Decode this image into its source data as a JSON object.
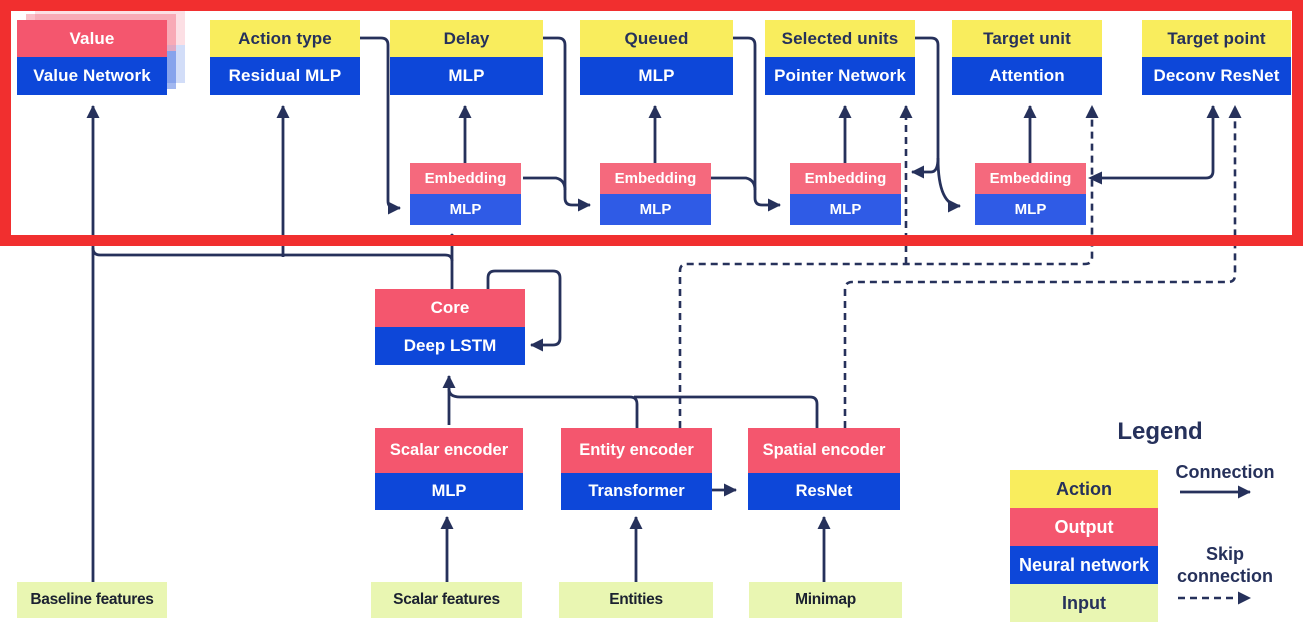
{
  "colors": {
    "action_yellow": "#F9ED5D",
    "output_pink": "#F4566E",
    "embedding_pink": "#F5697D",
    "network_blue": "#0D47D9",
    "embedding_blue": "#2F5BE6",
    "input_green": "#E9F6B2",
    "line_navy": "#26315B",
    "highlight_red": "#F12F2F"
  },
  "heads": [
    {
      "action": "Value",
      "network": "Value Network",
      "type": "output"
    },
    {
      "action": "Action type",
      "network": "Residual MLP",
      "type": "action"
    },
    {
      "action": "Delay",
      "network": "MLP",
      "type": "action"
    },
    {
      "action": "Queued",
      "network": "MLP",
      "type": "action"
    },
    {
      "action": "Selected units",
      "network": "Pointer Network",
      "type": "action"
    },
    {
      "action": "Target unit",
      "network": "Attention",
      "type": "action"
    },
    {
      "action": "Target point",
      "network": "Deconv ResNet",
      "type": "action"
    }
  ],
  "embeddings": [
    {
      "label": "Embedding",
      "network": "MLP"
    },
    {
      "label": "Embedding",
      "network": "MLP"
    },
    {
      "label": "Embedding",
      "network": "MLP"
    },
    {
      "label": "Embedding",
      "network": "MLP"
    }
  ],
  "core": {
    "label": "Core",
    "network": "Deep LSTM"
  },
  "encoders": [
    {
      "label": "Scalar encoder",
      "network": "MLP"
    },
    {
      "label": "Entity encoder",
      "network": "Transformer"
    },
    {
      "label": "Spatial encoder",
      "network": "ResNet"
    }
  ],
  "inputs": [
    "Baseline features",
    "Scalar features",
    "Entities",
    "Minimap"
  ],
  "legend": {
    "title": "Legend",
    "items": [
      {
        "label": "Action",
        "color": "#F9ED5D"
      },
      {
        "label": "Output",
        "color": "#F4566E"
      },
      {
        "label": "Neural network",
        "color": "#0D47D9"
      },
      {
        "label": "Input",
        "color": "#E9F6B2"
      }
    ],
    "connection_label": "Connection",
    "skip_label_line1": "Skip",
    "skip_label_line2": "connection"
  }
}
